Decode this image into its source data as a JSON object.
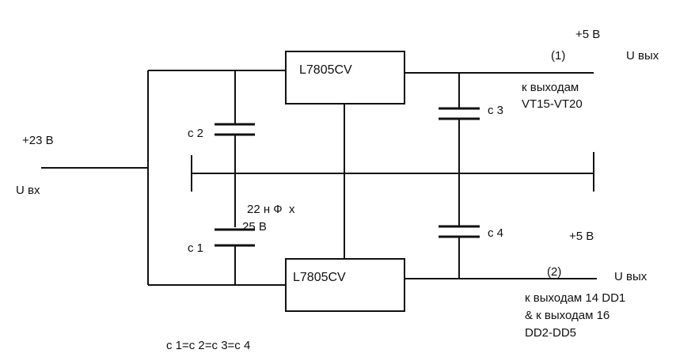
{
  "regulators": [
    "L7805CV",
    "L7805CV"
  ],
  "input": {
    "voltage": "+23 В",
    "name": "U вх"
  },
  "output1": {
    "voltage": "+5 В",
    "index": "(1)",
    "name": "U вых",
    "note": [
      "к выходам",
      "VT15-VT20"
    ]
  },
  "output2": {
    "voltage": "+5 В",
    "index": "(2)",
    "name": "U вых",
    "note": [
      "к выходам 14 DD1",
      "& к выходам 16",
      "DD2-DD5"
    ]
  },
  "capacitors": {
    "c1": "с 1",
    "c2": "с 2",
    "c3": "с 3",
    "c4": "с 4",
    "rating": [
      "22 н Ф  х",
      "25 В"
    ]
  },
  "equation": "с 1=с 2=с 3=с 4"
}
